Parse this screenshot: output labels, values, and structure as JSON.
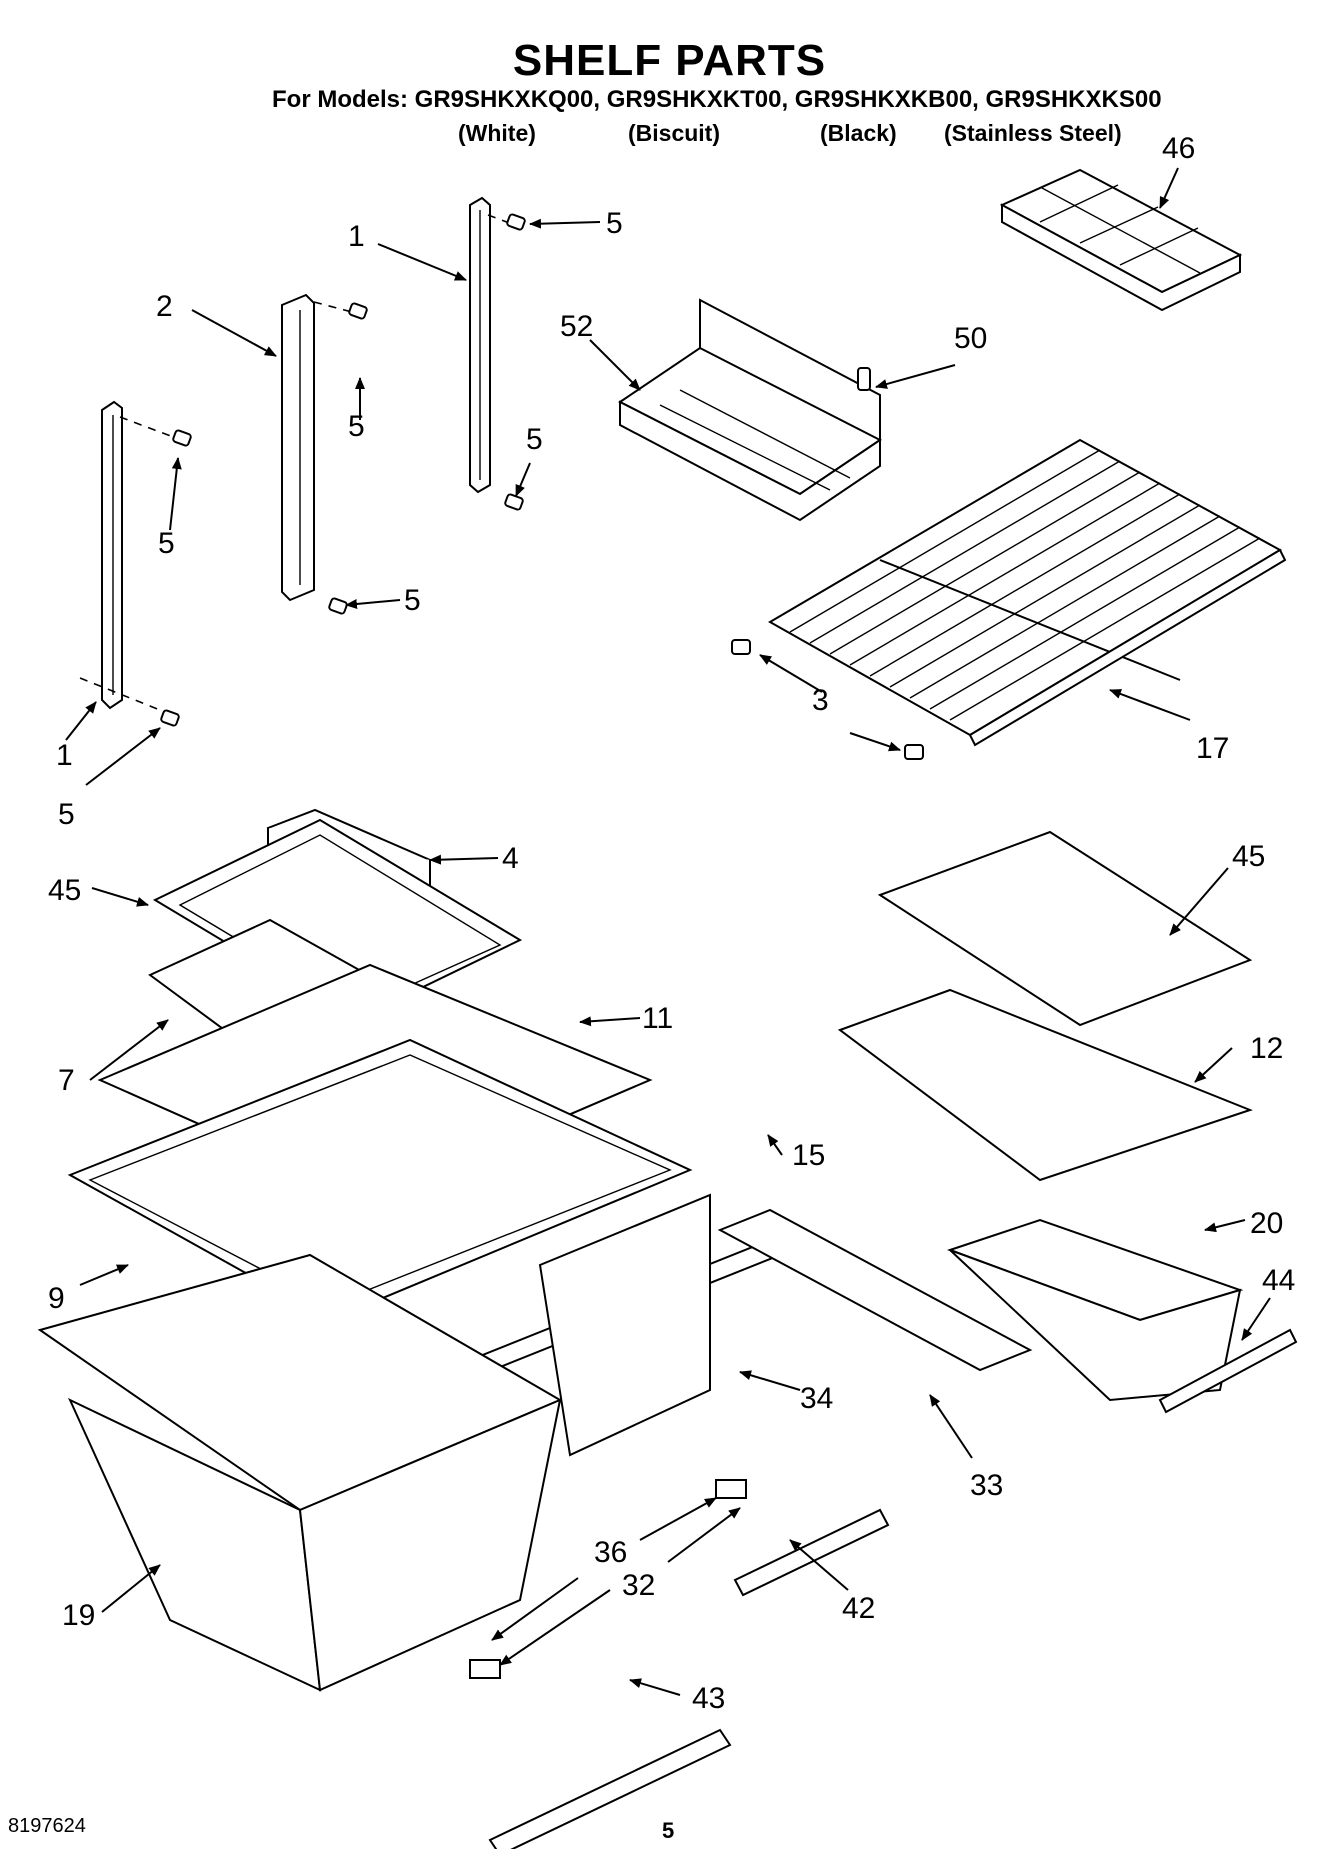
{
  "header": {
    "title": "SHELF PARTS",
    "models_line": "For Models: GR9SHKXKQ00, GR9SHKXKT00, GR9SHKXKB00, GR9SHKXKS00",
    "colors": [
      "(White)",
      "(Biscuit)",
      "(Black)",
      "(Stainless Steel)"
    ]
  },
  "callouts": {
    "c1a": "1",
    "c1b": "1",
    "c2": "2",
    "c3": "3",
    "c4": "4",
    "c5a": "5",
    "c5b": "5",
    "c5c": "5",
    "c5d": "5",
    "c5e": "5",
    "c5f": "5",
    "c7": "7",
    "c9": "9",
    "c11": "11",
    "c12": "12",
    "c15": "15",
    "c17": "17",
    "c19": "19",
    "c20": "20",
    "c32": "32",
    "c33": "33",
    "c34": "34",
    "c36": "36",
    "c42": "42",
    "c43": "43",
    "c44": "44",
    "c45a": "45",
    "c45b": "45",
    "c46": "46",
    "c50": "50",
    "c52": "52"
  },
  "footer": {
    "doc_number": "8197624",
    "page_number": "5"
  }
}
